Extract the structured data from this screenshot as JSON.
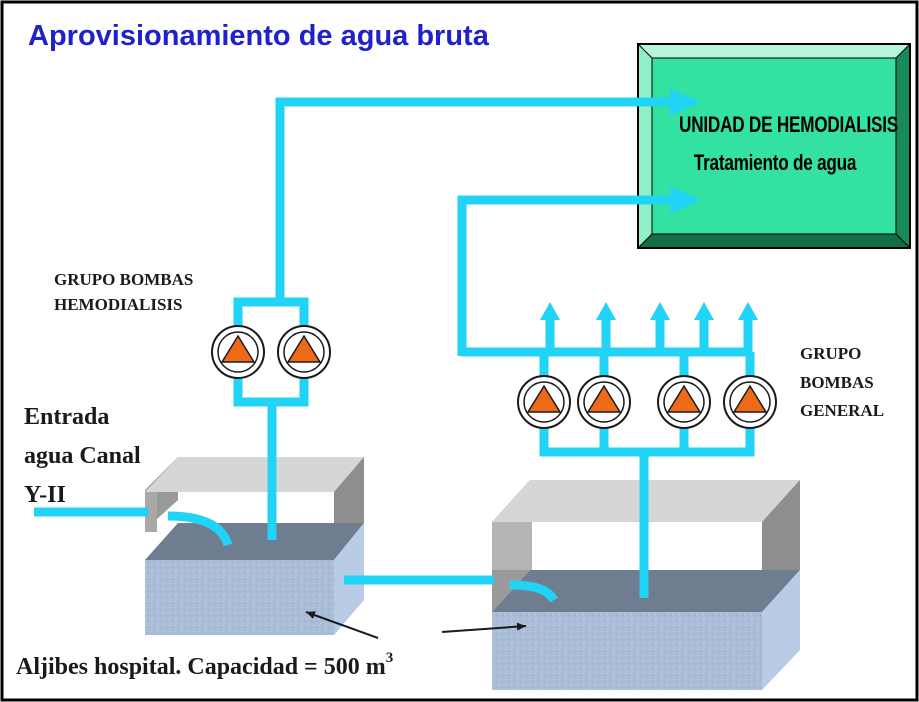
{
  "title": "Aprovisionamiento de agua bruta",
  "unit": {
    "line1": "UNIDAD DE HEMODIALISIS",
    "line2": "Tratamiento de agua"
  },
  "pump_group_hemo": {
    "line1": "GRUPO BOMBAS",
    "line2": "HEMODIALISIS"
  },
  "pump_group_general": {
    "line1": "GRUPO",
    "line2": "BOMBAS",
    "line3": "GENERAL"
  },
  "inlet": {
    "line1": "Entrada",
    "line2": "agua Canal",
    "line3": "Y-II"
  },
  "cisterns": {
    "caption": "Aljibes hospital. Capacidad = 500 m",
    "unit_exponent": "3"
  },
  "colors": {
    "title": "#1f22c8",
    "pipe": "#21d3f5",
    "unit_box": "#33e1a0",
    "pump_fill": "#ee6a18",
    "water": "#a9bdd6"
  }
}
